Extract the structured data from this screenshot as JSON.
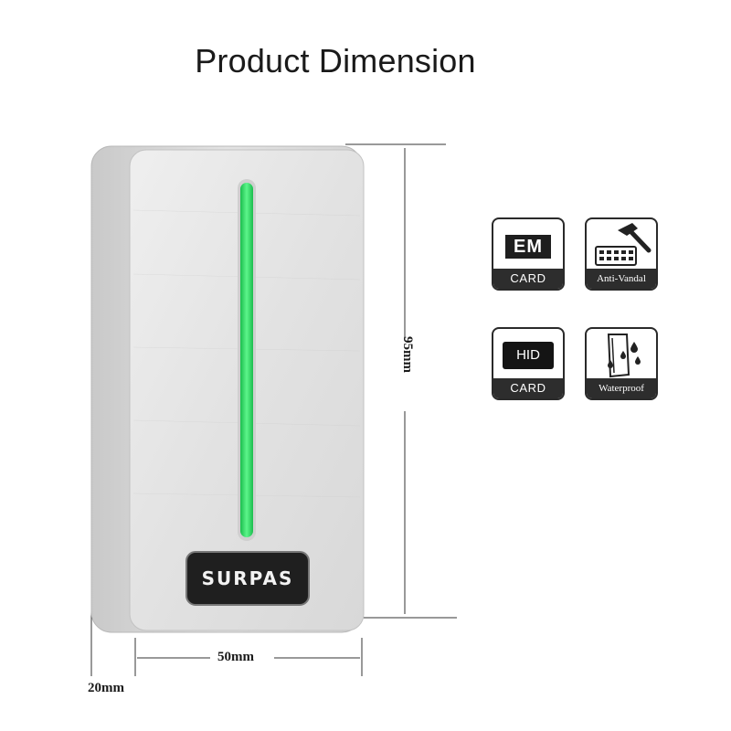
{
  "header": {
    "title": "Product Dimension"
  },
  "product": {
    "brand": "SURPAS",
    "led_color": "#39e06a"
  },
  "dimensions": {
    "height": "95mm",
    "width": "50mm",
    "depth": "20mm"
  },
  "features": [
    {
      "label": "CARD",
      "badge_text": "EM",
      "icon": "em-card-icon"
    },
    {
      "label": "Anti-Vandal",
      "icon": "hammer-keypad-icon"
    },
    {
      "label": "CARD",
      "badge_text": "HID",
      "icon": "hid-card-icon"
    },
    {
      "label": "Waterproof",
      "icon": "water-drops-icon"
    }
  ]
}
